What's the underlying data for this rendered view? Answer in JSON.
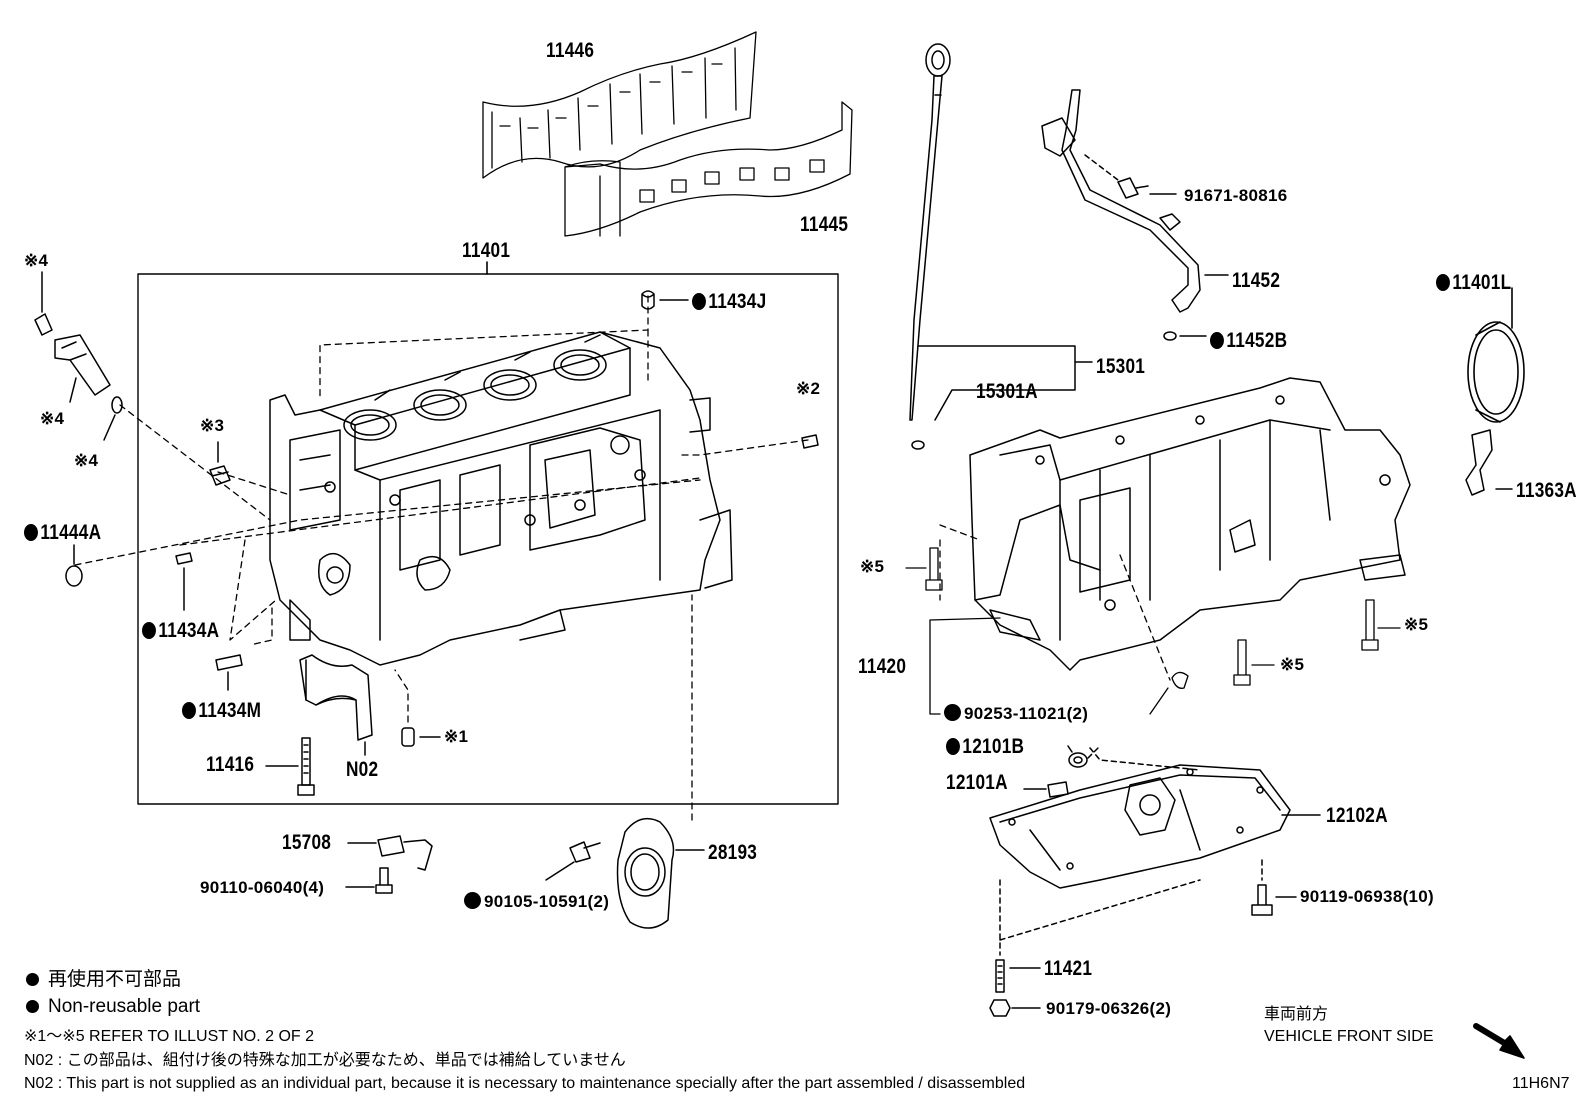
{
  "parts": {
    "p11446": "11446",
    "p11445": "11445",
    "p11401": "11401",
    "p11434J": "11434J",
    "ref4a": "※4",
    "ref4b": "※4",
    "ref4c": "※4",
    "ref3": "※3",
    "ref2": "※2",
    "ref1": "※1",
    "p11444A": "11444A",
    "p11434A": "11434A",
    "p11434M": "11434M",
    "p11416": "11416",
    "n02": "N02",
    "p15708": "15708",
    "p90110": "90110-06040(4)",
    "p90105": "90105-10591(2)",
    "p28193": "28193",
    "p91671": "91671-80816",
    "p11452": "11452",
    "p11452B": "11452B",
    "p11401L": "11401L",
    "p15301": "15301",
    "p15301A": "15301A",
    "p11363A": "11363A",
    "ref5a": "※5",
    "ref5b": "※5",
    "ref5c": "※5",
    "p11420": "11420",
    "p90253": "90253-11021(2)",
    "p12101B": "12101B",
    "p12101A": "12101A",
    "p12102A": "12102A",
    "p90119": "90119-06938(10)",
    "p11421": "11421",
    "p90179": "90179-06326(2)"
  },
  "legend": {
    "jp_nonreusable": "再使用不可部品",
    "en_nonreusable": "Non-reusable part",
    "refer": "※1～※5  REFER TO ILLUST NO. 2 OF 2",
    "n02_jp": "N02 : この部品は、組付け後の特殊な加工が必要なため、単品では補給していません",
    "n02_en": "N02 : This part is not supplied as an individual part, because it is necessary to maintenance specially after the part assembled / disassembled"
  },
  "front": {
    "jp": "車両前方",
    "en": "VEHICLE FRONT SIDE"
  },
  "illust_code": "11H6N7"
}
